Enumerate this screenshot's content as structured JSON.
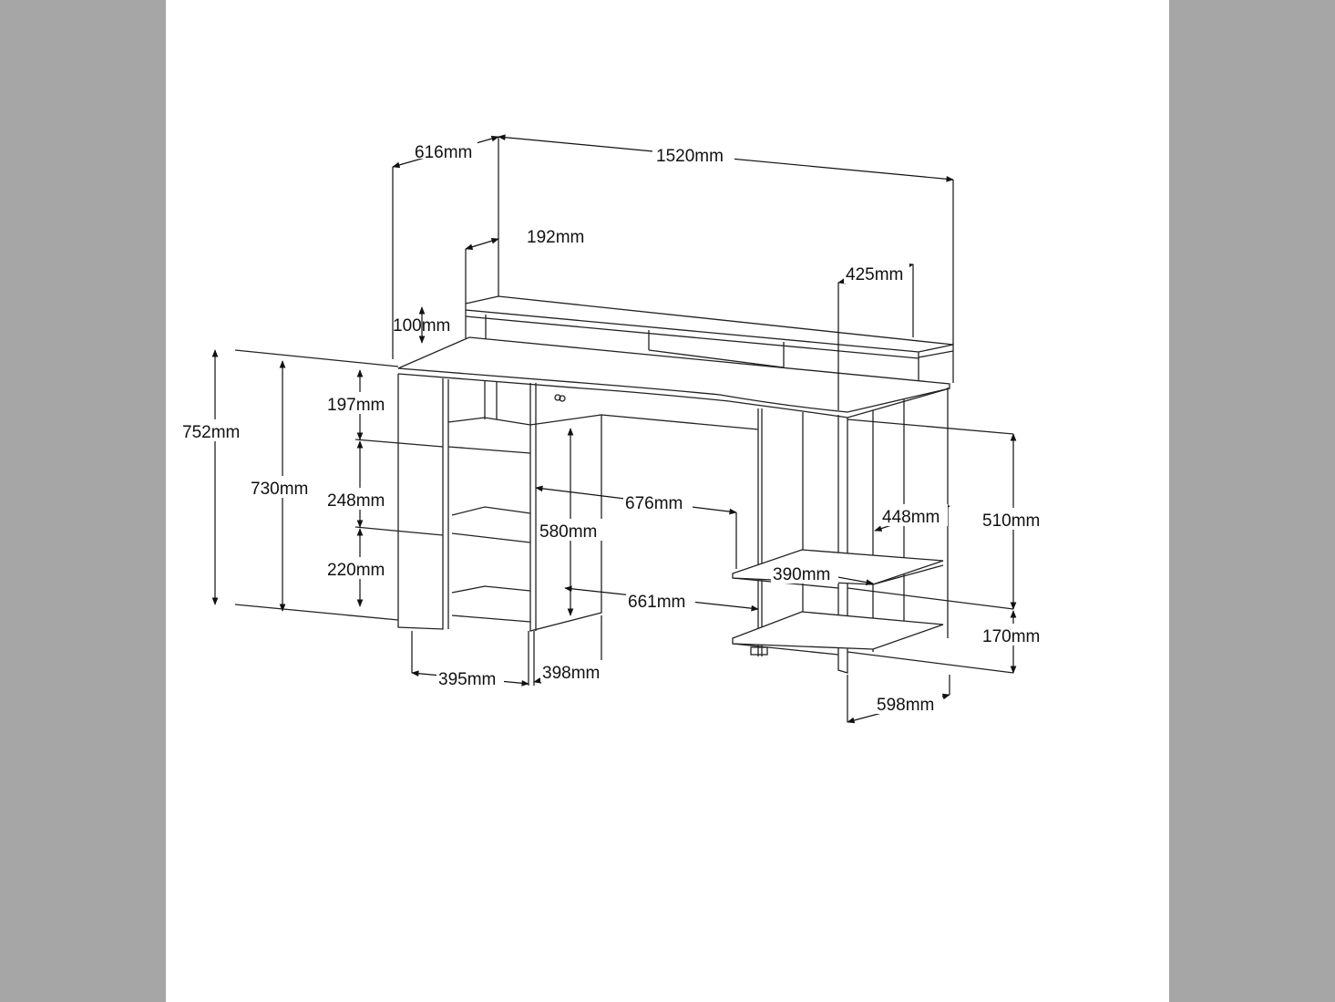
{
  "drawing": {
    "subject": "desk-with-hutch",
    "colors": {
      "background_margin": "#a6a6a6",
      "sheet": "#ffffff",
      "line": "#222222"
    },
    "dimensions": {
      "depth_total": "616mm",
      "width_total": "1520mm",
      "hutch_depth": "192mm",
      "right_panel_depth": "425mm",
      "hutch_height": "100mm",
      "height_total": "752mm",
      "height_desk": "730mm",
      "shelf_top": "197mm",
      "shelf_middle": "248mm",
      "shelf_bottom": "220mm",
      "knee_width_top": "676mm",
      "knee_height": "580mm",
      "right_shelf_depth": "448mm",
      "right_opening_height": "510mm",
      "right_shelf_width": "390mm",
      "knee_width_bottom": "661mm",
      "right_bottom_height": "170mm",
      "left_cabinet_width": "395mm",
      "left_cabinet_depth": "398mm",
      "right_unit_depth": "598mm"
    }
  }
}
